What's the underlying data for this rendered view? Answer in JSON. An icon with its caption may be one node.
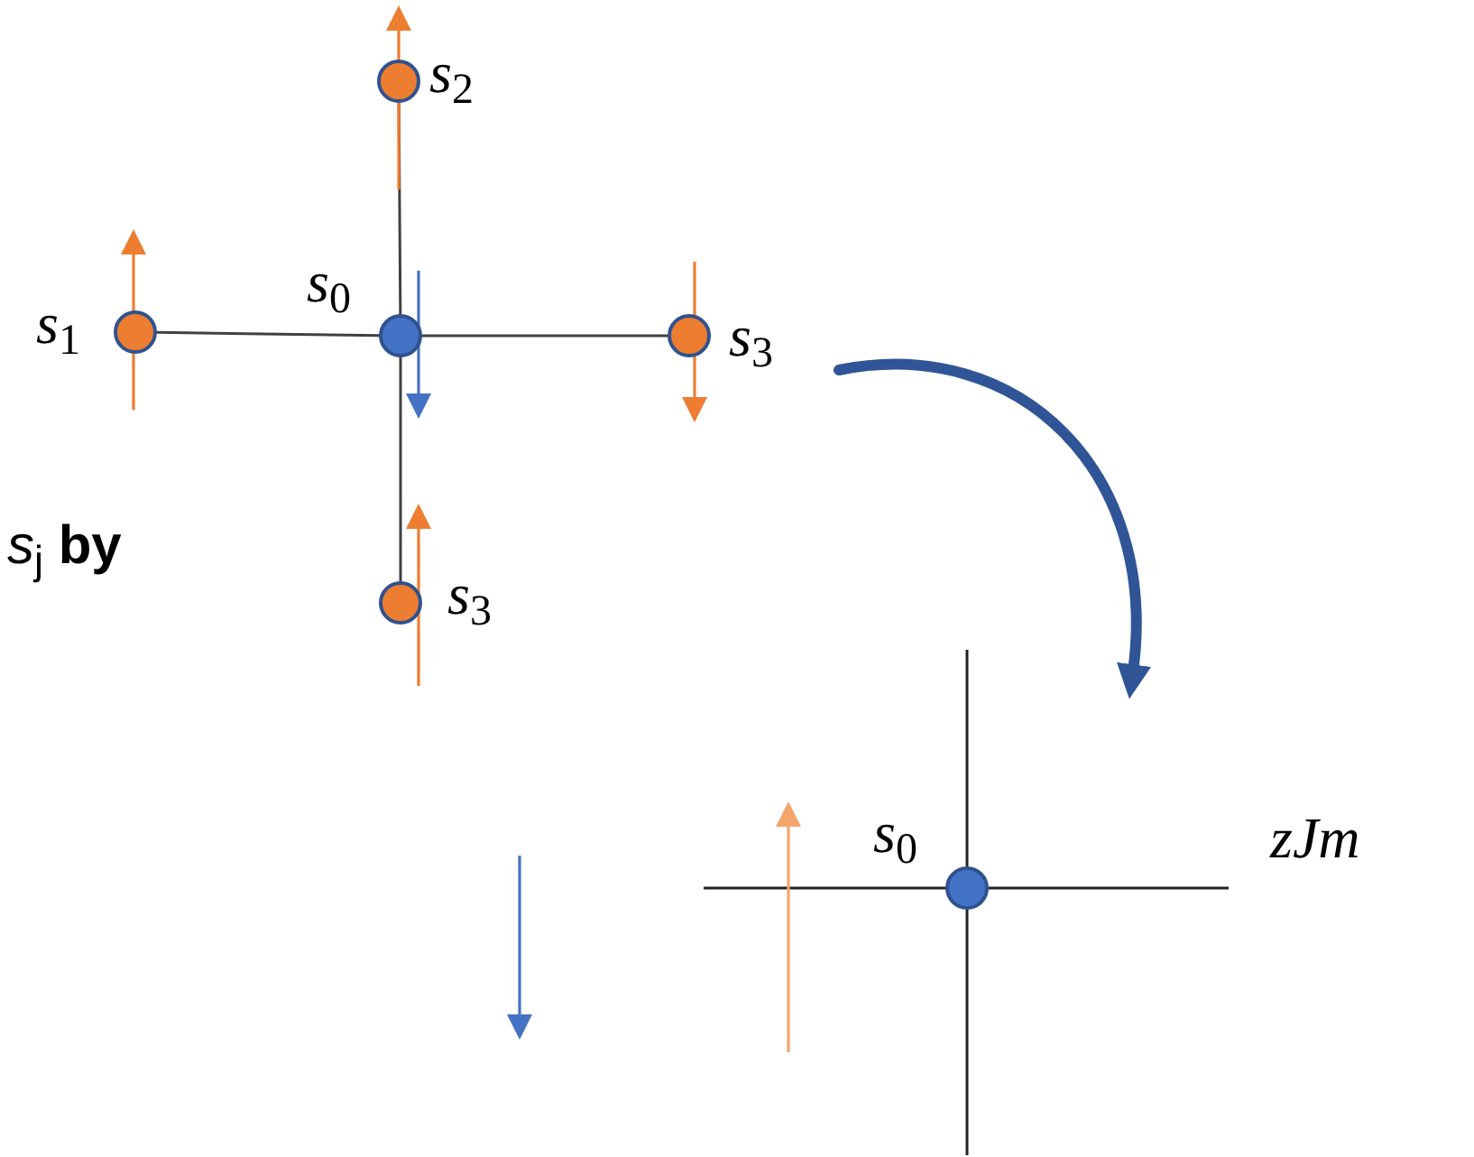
{
  "diagram": {
    "nodes": [
      {
        "text": [],
        "shape": "circle",
        "beside": [
          "*s*$_{1}$"
        ]
      },
      {
        "text": [],
        "shape": "circle",
        "beside": [
          "*s*$_{2}$"
        ]
      },
      {
        "text": [],
        "shape": "circle",
        "beside": [
          "*s*$_{0}$"
        ]
      },
      {
        "text": [],
        "shape": "circle",
        "beside": [
          "*s*$_{3}$"
        ]
      },
      {
        "text": [],
        "shape": "circle",
        "beside": [
          "*s*$_{3}$"
        ]
      },
      {
        "text": [],
        "shape": "circle",
        "beside": [
          "*s*$_{0}$"
        ]
      }
    ],
    "edges": [
      {
        "from": 2,
        "to": 0,
        "arrow": "none"
      },
      {
        "from": 2,
        "to": 1,
        "arrow": "none"
      },
      {
        "from": 2,
        "to": 3,
        "arrow": "none"
      },
      {
        "from": 2,
        "to": 4,
        "arrow": "none"
      },
      {
        "from": 3,
        "to": null,
        "arrow": "to",
        "style": "thick",
        "color": "#2f5597"
      }
    ],
    "labels": [
      "*s*$_{j}$ **by**",
      "*zJm*"
    ]
  }
}
